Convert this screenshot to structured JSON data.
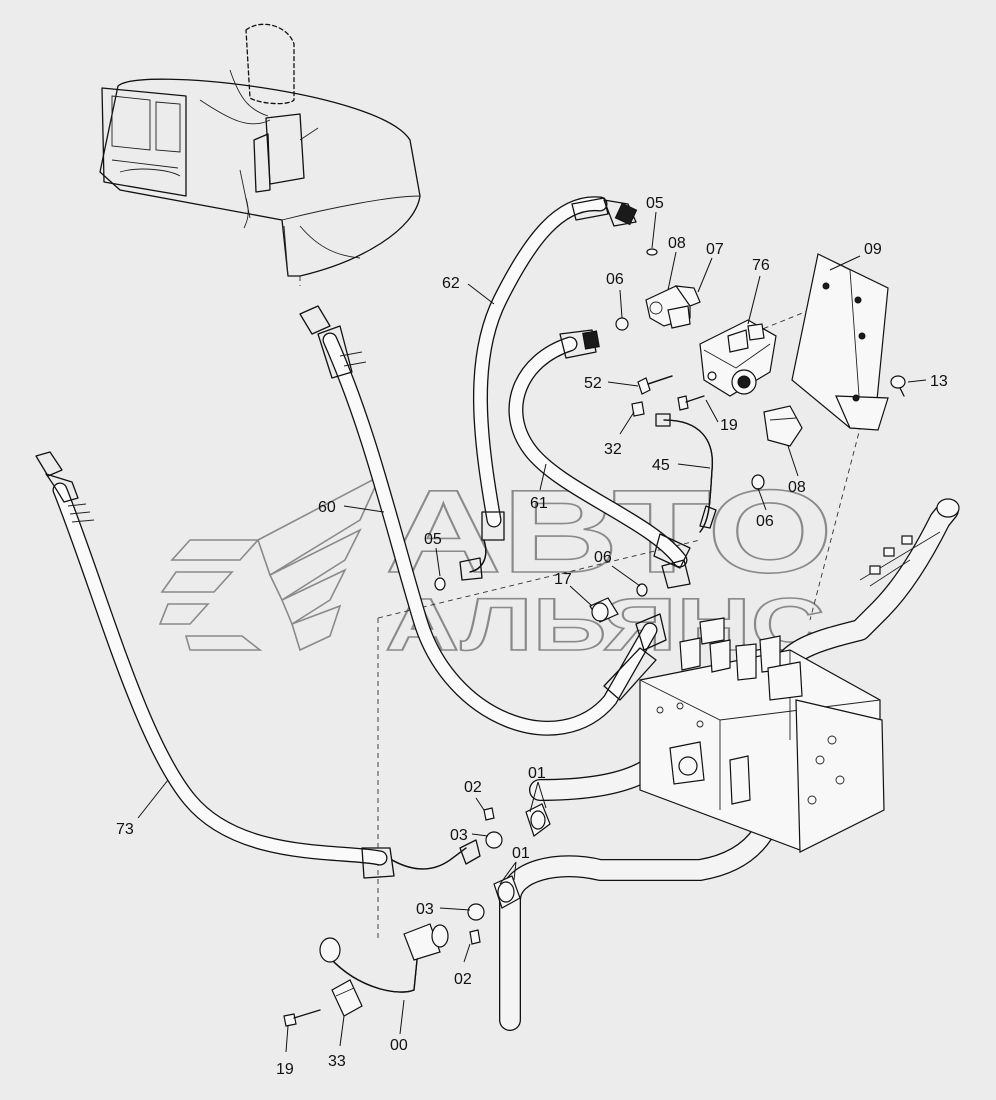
{
  "watermark": {
    "line1": "АВТО",
    "line2": "АЛЬЯНС"
  },
  "callouts": {
    "c05a": "05",
    "c08a": "08",
    "c07": "07",
    "c76": "76",
    "c09": "09",
    "c62": "62",
    "c06a": "06",
    "c52": "52",
    "c13": "13",
    "c19a": "19",
    "c32": "32",
    "c45": "45",
    "c08b": "08",
    "c06b": "06",
    "c60": "60",
    "c61": "61",
    "c05b": "05",
    "c06c": "06",
    "c17": "17",
    "c02a": "02",
    "c01a": "01",
    "c03a": "03",
    "c01b": "01",
    "c73": "73",
    "c03b": "03",
    "c02b": "02",
    "c19b": "19",
    "c33": "33",
    "c00": "00"
  },
  "colors": {
    "background": "#ececec",
    "line": "#111111",
    "watermark": "#8a8a8a"
  }
}
